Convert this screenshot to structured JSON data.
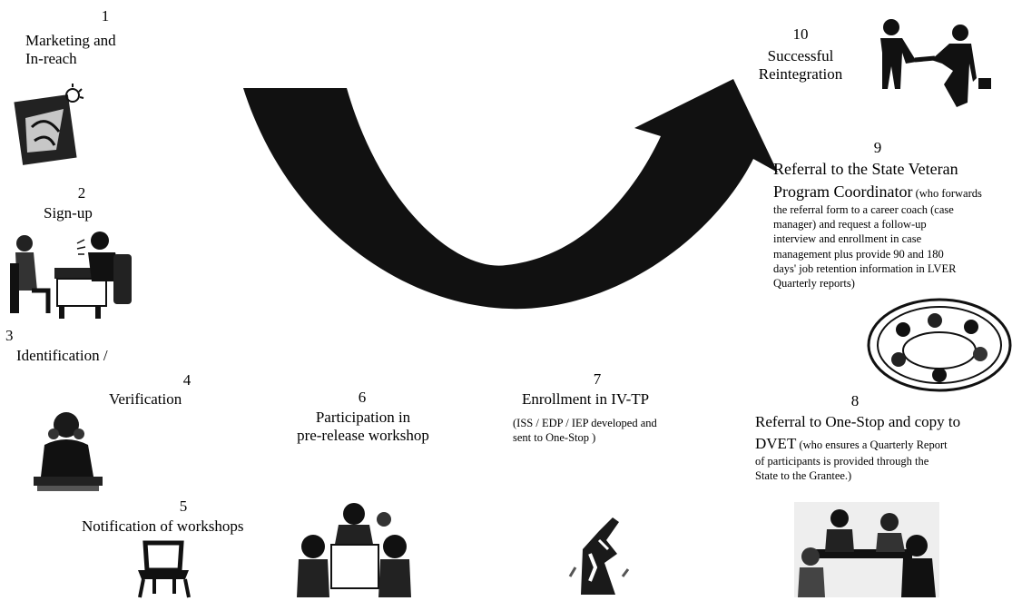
{
  "steps": [
    {
      "number": "1",
      "title_lines": [
        "Marketing and",
        "In-reach"
      ]
    },
    {
      "number": "2",
      "title": "Sign-up"
    },
    {
      "number": "3",
      "title": "Identification  /"
    },
    {
      "number": "4",
      "title": "Verification"
    },
    {
      "number": "5",
      "title": "Notification of workshops"
    },
    {
      "number": "6",
      "title_lines": [
        "Participation in",
        "pre-release workshop"
      ]
    },
    {
      "number": "7",
      "title": "Enrollment in IV-TP",
      "detail_lines": [
        "(ISS / EDP / IEP developed and",
        "sent to One-Stop )"
      ]
    },
    {
      "number": "8",
      "title": "Referral to One-Stop and copy to",
      "title_lead": "DVET",
      "detail_tail": " (who ensures a Quarterly Report",
      "detail_lines": [
        "of participants is provided through the",
        "State to the Grantee.)"
      ]
    },
    {
      "number": "9",
      "title_lines": [
        "Referral to the State Veteran"
      ],
      "title_lead": "Program Coordinator",
      "detail_tail": " (who forwards",
      "detail_lines": [
        "the referral form to a career coach (case",
        "manager) and request a follow-up",
        "interview and enrollment in case",
        "management plus provide  90 and 180",
        "days' job retention information in LVER",
        "Quarterly reports)"
      ]
    },
    {
      "number": "10",
      "title_lines": [
        "Successful",
        "Reintegration"
      ]
    }
  ],
  "icons": {
    "step1": "marketing-clipart-icon",
    "step2": "interview-desk-icon",
    "step4": "person-thinking-icon",
    "step5": "chair-icon",
    "step6": "group-workshop-icon",
    "step7": "climbing-figure-icon",
    "step8": "office-meeting-icon",
    "step9": "team-table-icon",
    "step10": "handshake-icon"
  },
  "colors": {
    "arrow": "#111111",
    "ink": "#000000",
    "background": "#ffffff"
  }
}
